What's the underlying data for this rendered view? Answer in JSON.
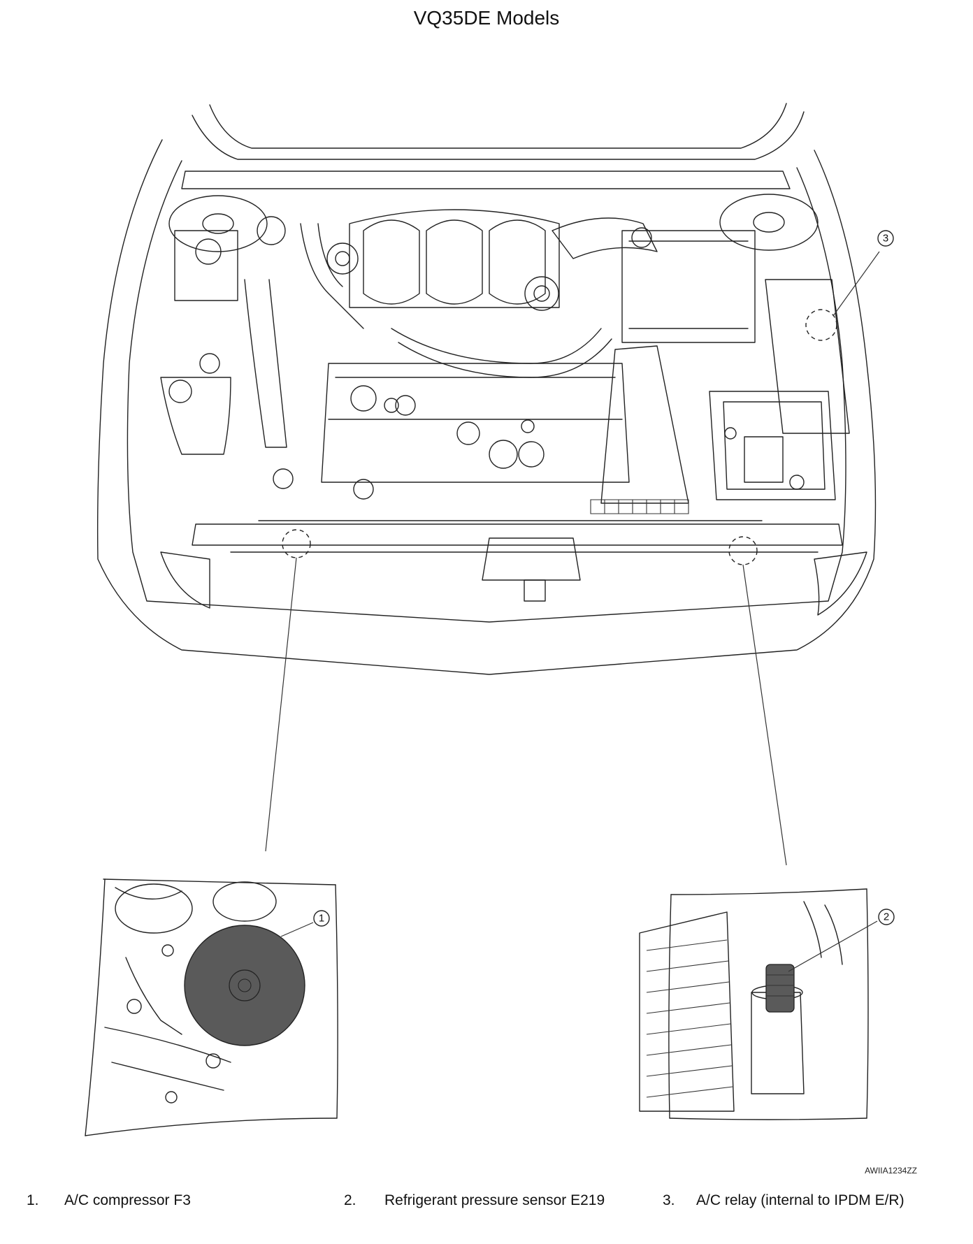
{
  "title": "VQ35DE Models",
  "reference_code": "AWIIA1234ZZ",
  "callouts": [
    "1",
    "2",
    "3"
  ],
  "legend": [
    {
      "num": "1.",
      "text": "A/C compressor F3"
    },
    {
      "num": "2.",
      "text": "Refrigerant pressure sensor E219"
    },
    {
      "num": "3.",
      "text": "A/C relay (internal to IPDM E/R)"
    }
  ]
}
